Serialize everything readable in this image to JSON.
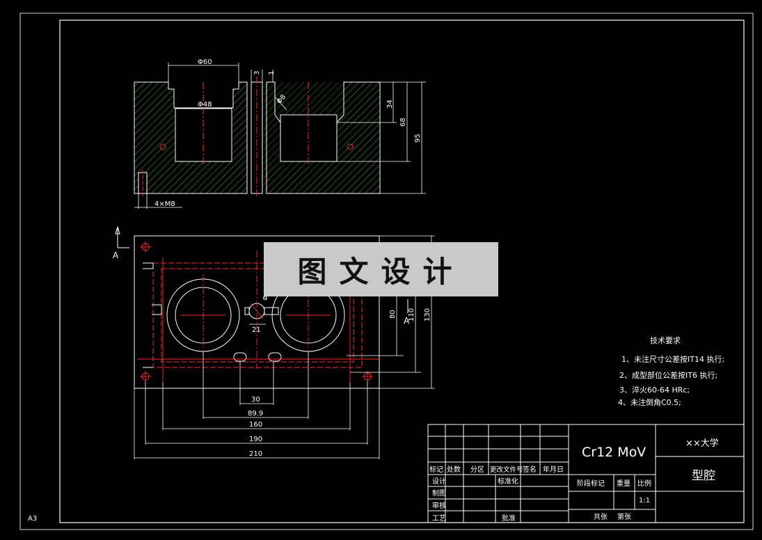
{
  "sheet": {
    "size_label": "A3"
  },
  "watermark": {
    "text": "图文设计"
  },
  "front_view": {
    "dims": {
      "d60": "Φ60",
      "d48": "Φ48",
      "d3": "3",
      "d1": "1",
      "d8": "Φ8",
      "v34": "34",
      "v68": "68",
      "v95": "95",
      "thread": "4×M8"
    }
  },
  "plan_view": {
    "section_mark": "A",
    "dims": {
      "w30": "30",
      "w89": "89.9",
      "w160": "160",
      "w190": "190",
      "w210": "210",
      "h21": "21",
      "h80": "80",
      "h110": "110",
      "h130": "130",
      "d6": "Φ6"
    }
  },
  "tech_requirements": {
    "title": "技术要求",
    "items": [
      "1、未注尺寸公差按IT14 执行;",
      "2、成型部位公差按IT6 执行;",
      "3、淬火60-64 HRc;",
      "4、未注倒角C0.5;"
    ]
  },
  "title_block": {
    "material": "Cr12 MoV",
    "school": "××大学",
    "part_name": "型腔",
    "header_row": [
      "标记",
      "处数",
      "分区",
      "更改文件号",
      "签名",
      "年月日"
    ],
    "roles": [
      "设计",
      "制图",
      "审核",
      "工艺"
    ],
    "standardize": "标准化",
    "approve": "批准",
    "stage_mark": "阶段标记",
    "weight": "重量",
    "scale_label": "比例",
    "scale_value": "1:1",
    "sheets_total": "共张",
    "sheet_no": "第张"
  }
}
